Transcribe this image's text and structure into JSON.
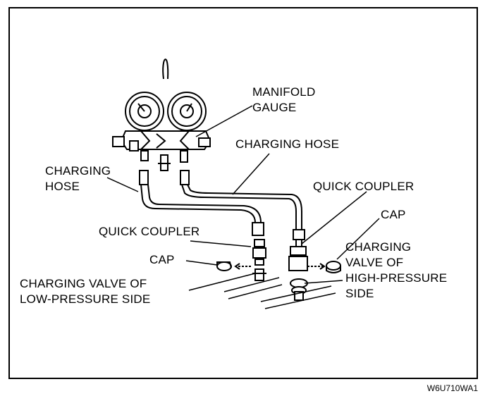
{
  "labels": {
    "manifold_gauge": "MANIFOLD\nGAUGE",
    "charging_hose_left": "CHARGING\nHOSE",
    "charging_hose_right": "CHARGING HOSE",
    "quick_coupler_left": "QUICK COUPLER",
    "quick_coupler_right": "QUICK COUPLER",
    "cap_left": "CAP",
    "cap_right": "CAP",
    "charging_valve_low": "CHARGING VALVE OF\nLOW-PRESSURE SIDE",
    "charging_valve_high": "CHARGING\nVALVE OF\nHIGH-PRESSURE\nSIDE"
  },
  "figure_code": "W6U710WA1",
  "colors": {
    "ink": "#000000",
    "paper": "#ffffff"
  }
}
